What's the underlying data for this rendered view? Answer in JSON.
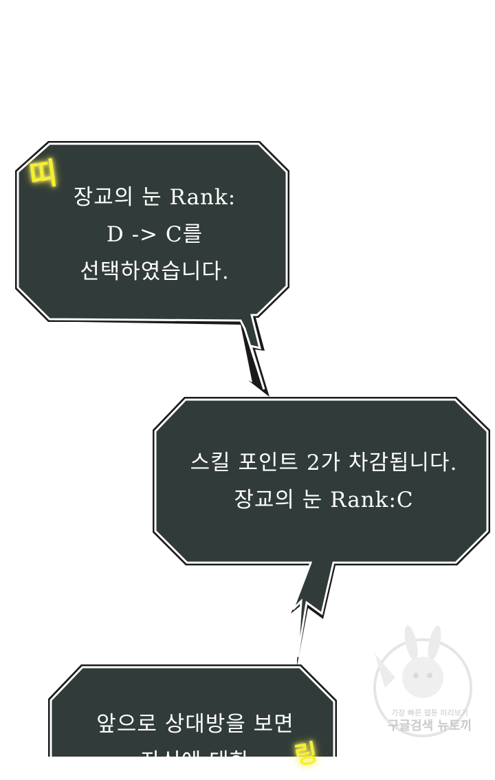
{
  "bubbles": [
    {
      "lines": [
        "장교의 눈 Rank:",
        "D -> C를",
        "선택하였습니다."
      ]
    },
    {
      "lines": [
        "스킬 포인트 2가 차감됩니다.",
        "장교의 눈 Rank:C"
      ]
    },
    {
      "lines": [
        "앞으로 상대방을 보면",
        "자신에 대한"
      ]
    }
  ],
  "sfx": {
    "ding_top": "띠",
    "ding_bottom": "링"
  },
  "watermark": {
    "line1": "가장 빠른 웹툰 미리보기",
    "line2": "구글검색 뉴토끼"
  },
  "colors": {
    "bubble_fill": "#313b39",
    "bubble_stroke": "#ffffff",
    "outline": "#1a1a1a",
    "sfx": "#f7f02a"
  }
}
